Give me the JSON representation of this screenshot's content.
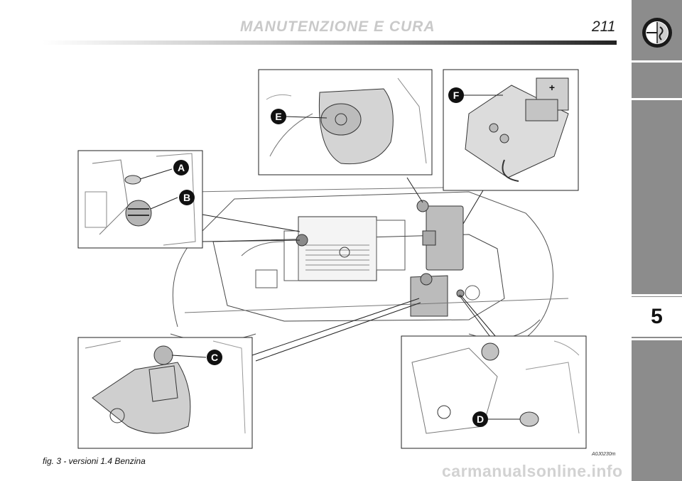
{
  "header": {
    "title": "MANUTENZIONE E CURA",
    "page_number": "211"
  },
  "side_tab": {
    "chapter_number": "5",
    "logo_icon": "alfa-romeo-badge-icon"
  },
  "figure": {
    "callouts": [
      "A",
      "B",
      "C",
      "D",
      "E",
      "F"
    ],
    "battery_symbol": "+",
    "caption": "fig. 3 - versioni 1.4 Benzina",
    "code": "A0J0230m"
  },
  "watermark": "carmanualsonline.info",
  "colors": {
    "side_tab": "#8c8c8c",
    "header_title": "#c9c9c9",
    "text": "#111111"
  }
}
